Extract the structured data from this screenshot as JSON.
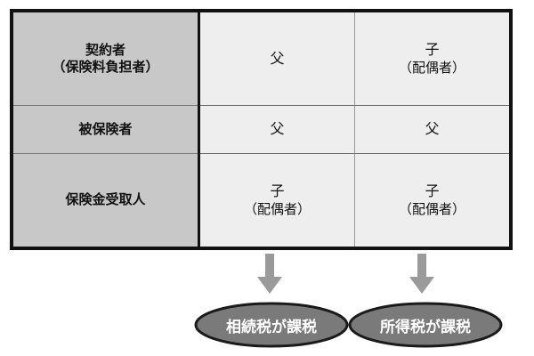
{
  "diagram": {
    "table": {
      "rows": [
        {
          "header": {
            "lines": [
              "契約者",
              "（保険料負担者）"
            ]
          },
          "cells": [
            {
              "lines": [
                "父"
              ]
            },
            {
              "lines": [
                "子",
                "（配偶者）"
              ]
            }
          ]
        },
        {
          "header": {
            "lines": [
              "被保険者"
            ]
          },
          "cells": [
            {
              "lines": [
                "父"
              ]
            },
            {
              "lines": [
                "父"
              ]
            }
          ]
        },
        {
          "header": {
            "lines": [
              "保険金受取人"
            ]
          },
          "cells": [
            {
              "lines": [
                "子",
                "（配偶者）"
              ]
            },
            {
              "lines": [
                "子",
                "（配偶者）"
              ]
            }
          ]
        }
      ]
    },
    "arrows": [
      {
        "name": "arrow-down-left",
        "icon": "arrow-down-icon"
      },
      {
        "name": "arrow-down-right",
        "icon": "arrow-down-icon"
      }
    ],
    "results": [
      {
        "label": "相続税が課税"
      },
      {
        "label": "所得税が課税"
      }
    ],
    "colors": {
      "header_fill": "#c8c8c8",
      "cell_fill": "#eeeeee",
      "table_border": "#111111",
      "arrow_fill": "#9a9a9a",
      "bubble_fill": "#7a7a7a",
      "bubble_stroke": "#1a1a1a",
      "bubble_text": "#ffffff",
      "text": "#111111"
    }
  }
}
